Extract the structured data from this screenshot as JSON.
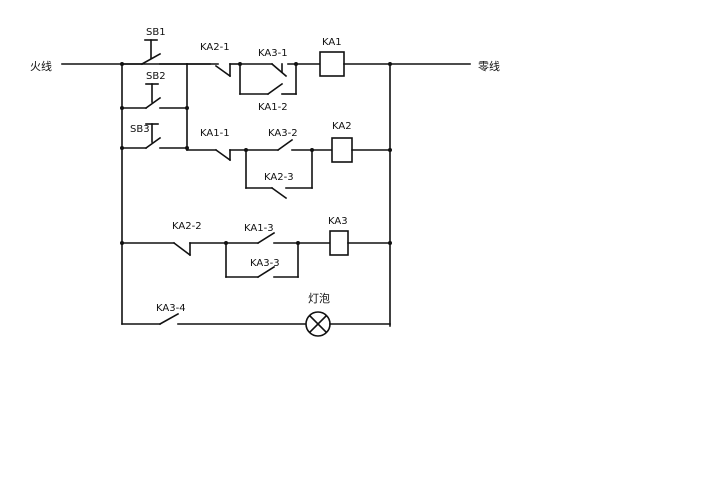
{
  "lines": {
    "live": "火线",
    "neutral": "零线"
  },
  "buttons": {
    "sb1": "SB1",
    "sb2": "SB2",
    "sb3": "SB3"
  },
  "contacts": {
    "ka2_1": "KA2-1",
    "ka3_1": "KA3-1",
    "ka1_2": "KA1-2",
    "ka1_1": "KA1-1",
    "ka3_2": "KA3-2",
    "ka2_3": "KA2-3",
    "ka2_2": "KA2-2",
    "ka1_3": "KA1-3",
    "ka3_3": "KA3-3",
    "ka3_4": "KA3-4"
  },
  "coils": {
    "ka1": "KA1",
    "ka2": "KA2",
    "ka3": "KA3"
  },
  "lamp": {
    "label": "灯泡"
  }
}
